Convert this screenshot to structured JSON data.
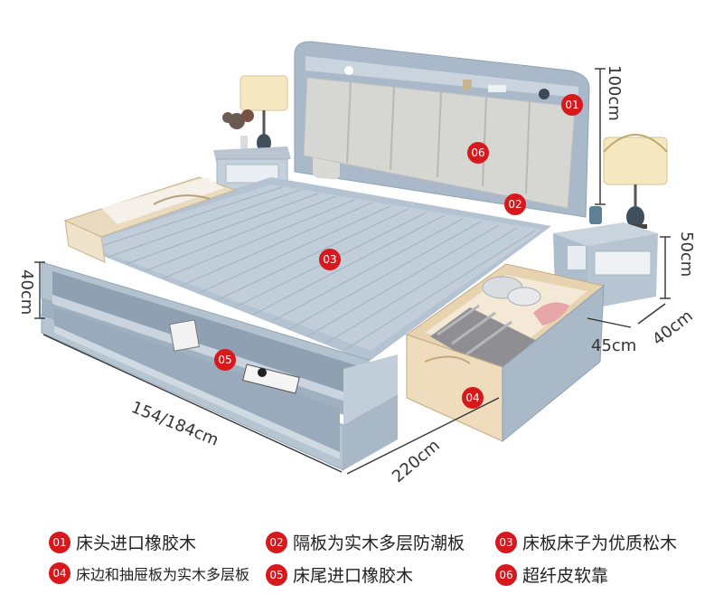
{
  "dimensions": {
    "headboard_height": "100cm",
    "nightstand_height": "50cm",
    "nightstand_depth": "40cm",
    "nightstand_width": "45cm",
    "footboard_height": "40cm",
    "bed_width": "154/184cm",
    "bed_length": "220cm"
  },
  "callouts": [
    {
      "number": "01",
      "text": "床头进口橡胶木"
    },
    {
      "number": "02",
      "text": "隔板为实木多层防潮板"
    },
    {
      "number": "03",
      "text": "床板床子为优质松木"
    },
    {
      "number": "04",
      "text": "床边和抽屉板为实木多层板"
    },
    {
      "number": "05",
      "text": "床尾进口橡胶木"
    },
    {
      "number": "06",
      "text": "超纤皮软靠"
    }
  ],
  "colors": {
    "wood_blue_gray": "#a8b8c8",
    "badge_red": "#d7191d",
    "cushion_gray": "#d8d8d6",
    "light_wood": "#e8d6b8"
  }
}
